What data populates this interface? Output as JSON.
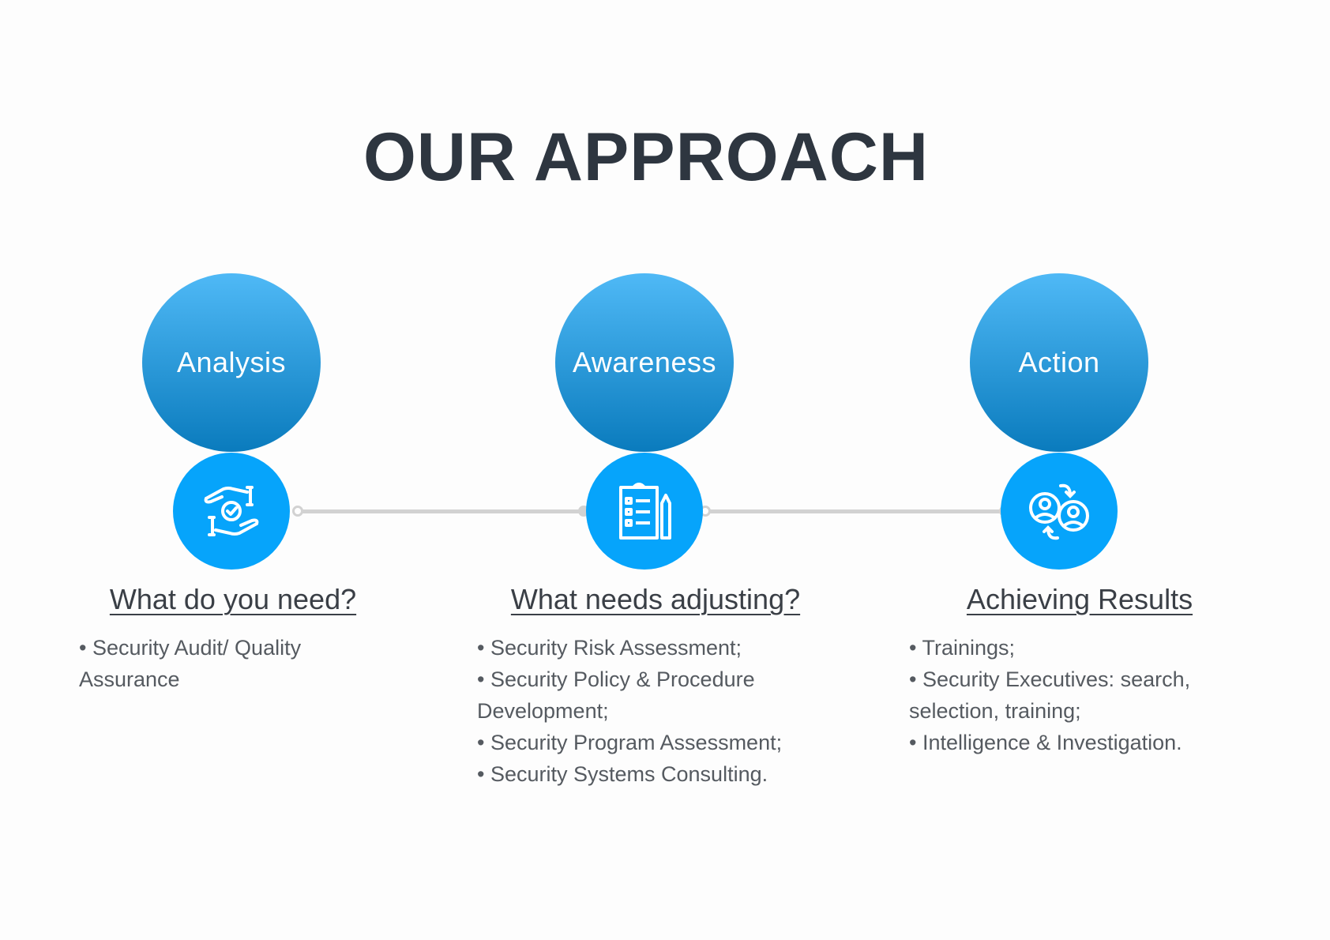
{
  "title": "OUR APPROACH",
  "steps": [
    {
      "name": "Analysis",
      "icon": "hands-check-icon",
      "heading": "What do you need?",
      "items": [
        "Security Audit/ Quality Assurance"
      ]
    },
    {
      "name": "Awareness",
      "icon": "clipboard-checklist-icon",
      "heading": "What needs adjusting?",
      "items": [
        "Security Risk Assessment;",
        "Security Policy & Procedure Development;",
        "Security Program Assessment;",
        "Security Systems Consulting."
      ]
    },
    {
      "name": "Action",
      "icon": "people-exchange-icon",
      "heading": "Achieving Results",
      "items": [
        "Trainings;",
        "Security Executives: search, selection, training;",
        "Intelligence & Investigation."
      ]
    }
  ],
  "colors": {
    "circle_top": "#4fb9f6",
    "circle_bottom": "#0a7bbd",
    "icon_circle": "#06a4fb",
    "title": "#2e3640"
  }
}
